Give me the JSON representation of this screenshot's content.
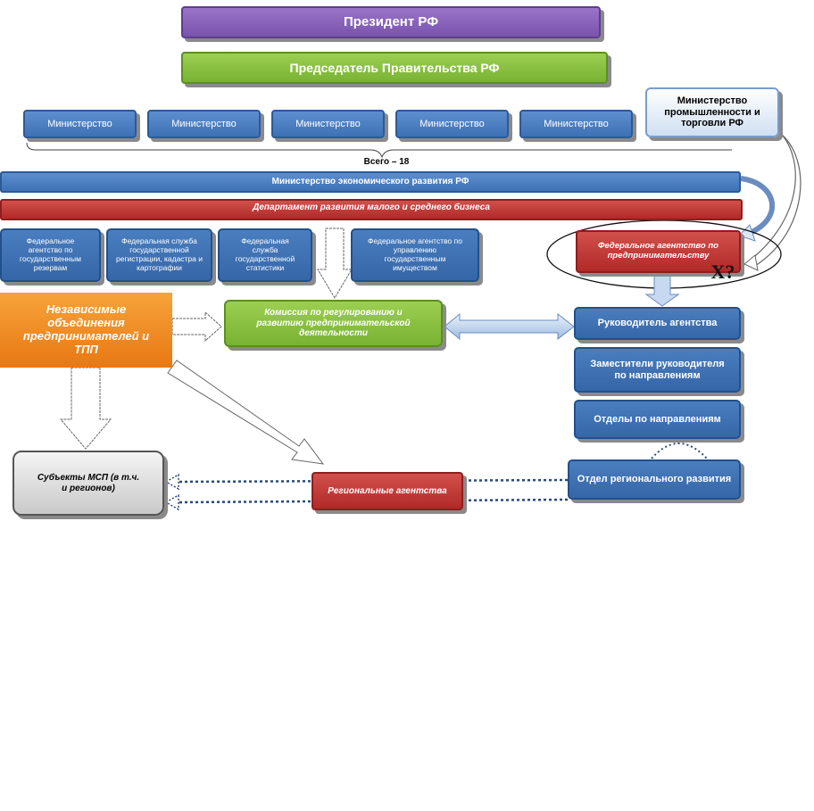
{
  "nodes": {
    "president": "Президент РФ",
    "chairman": "Председатель Правительства РФ",
    "ministry_1": "Министерство",
    "ministry_2": "Министерство",
    "ministry_3": "Министерство",
    "ministry_4": "Министерство",
    "ministry_5": "Министерство",
    "ministry_industry": "Министерство промышленности и торговли РФ",
    "total": "Всего – 18",
    "ministry_economy": "Министерство экономического развития РФ",
    "sme_department": "Департамент развития малого и среднего бизнеса",
    "agency_state_reserves": "Федеральное агентство по государственным резервам",
    "service_registration": "Федеральная служба государственной регистрации, кадастра и картографии",
    "service_statistics": "Федеральная служба государственной статистики",
    "agency_property": "Федеральное агентство по управлению государственным имуществом",
    "agency_entrepreneurship": "Федеральное агентство по предпринимательству",
    "question_mark": "Х?",
    "independent_associations": "Независимые объединения предпринимателей и ТПП",
    "commission": "Комиссия по регулированию и развитию предпринимательской деятельности",
    "agency_head": "Руководитель агентства",
    "deputy_heads": "Заместители руководителя по направлениям",
    "departments": "Отделы по направлениям",
    "regional_department": "Отдел регионального развития",
    "sme_subjects": "Субъекты МСП (в т.ч. и регионов)",
    "regional_agencies": "Региональные агентства"
  },
  "colors": {
    "purple": "#7a53ad",
    "green": "#79b233",
    "blue": "#3e71b5",
    "red": "#b02a28",
    "orange": "#e87812",
    "light_blue": "#cfdff2",
    "gray": "#c9c9c9"
  }
}
